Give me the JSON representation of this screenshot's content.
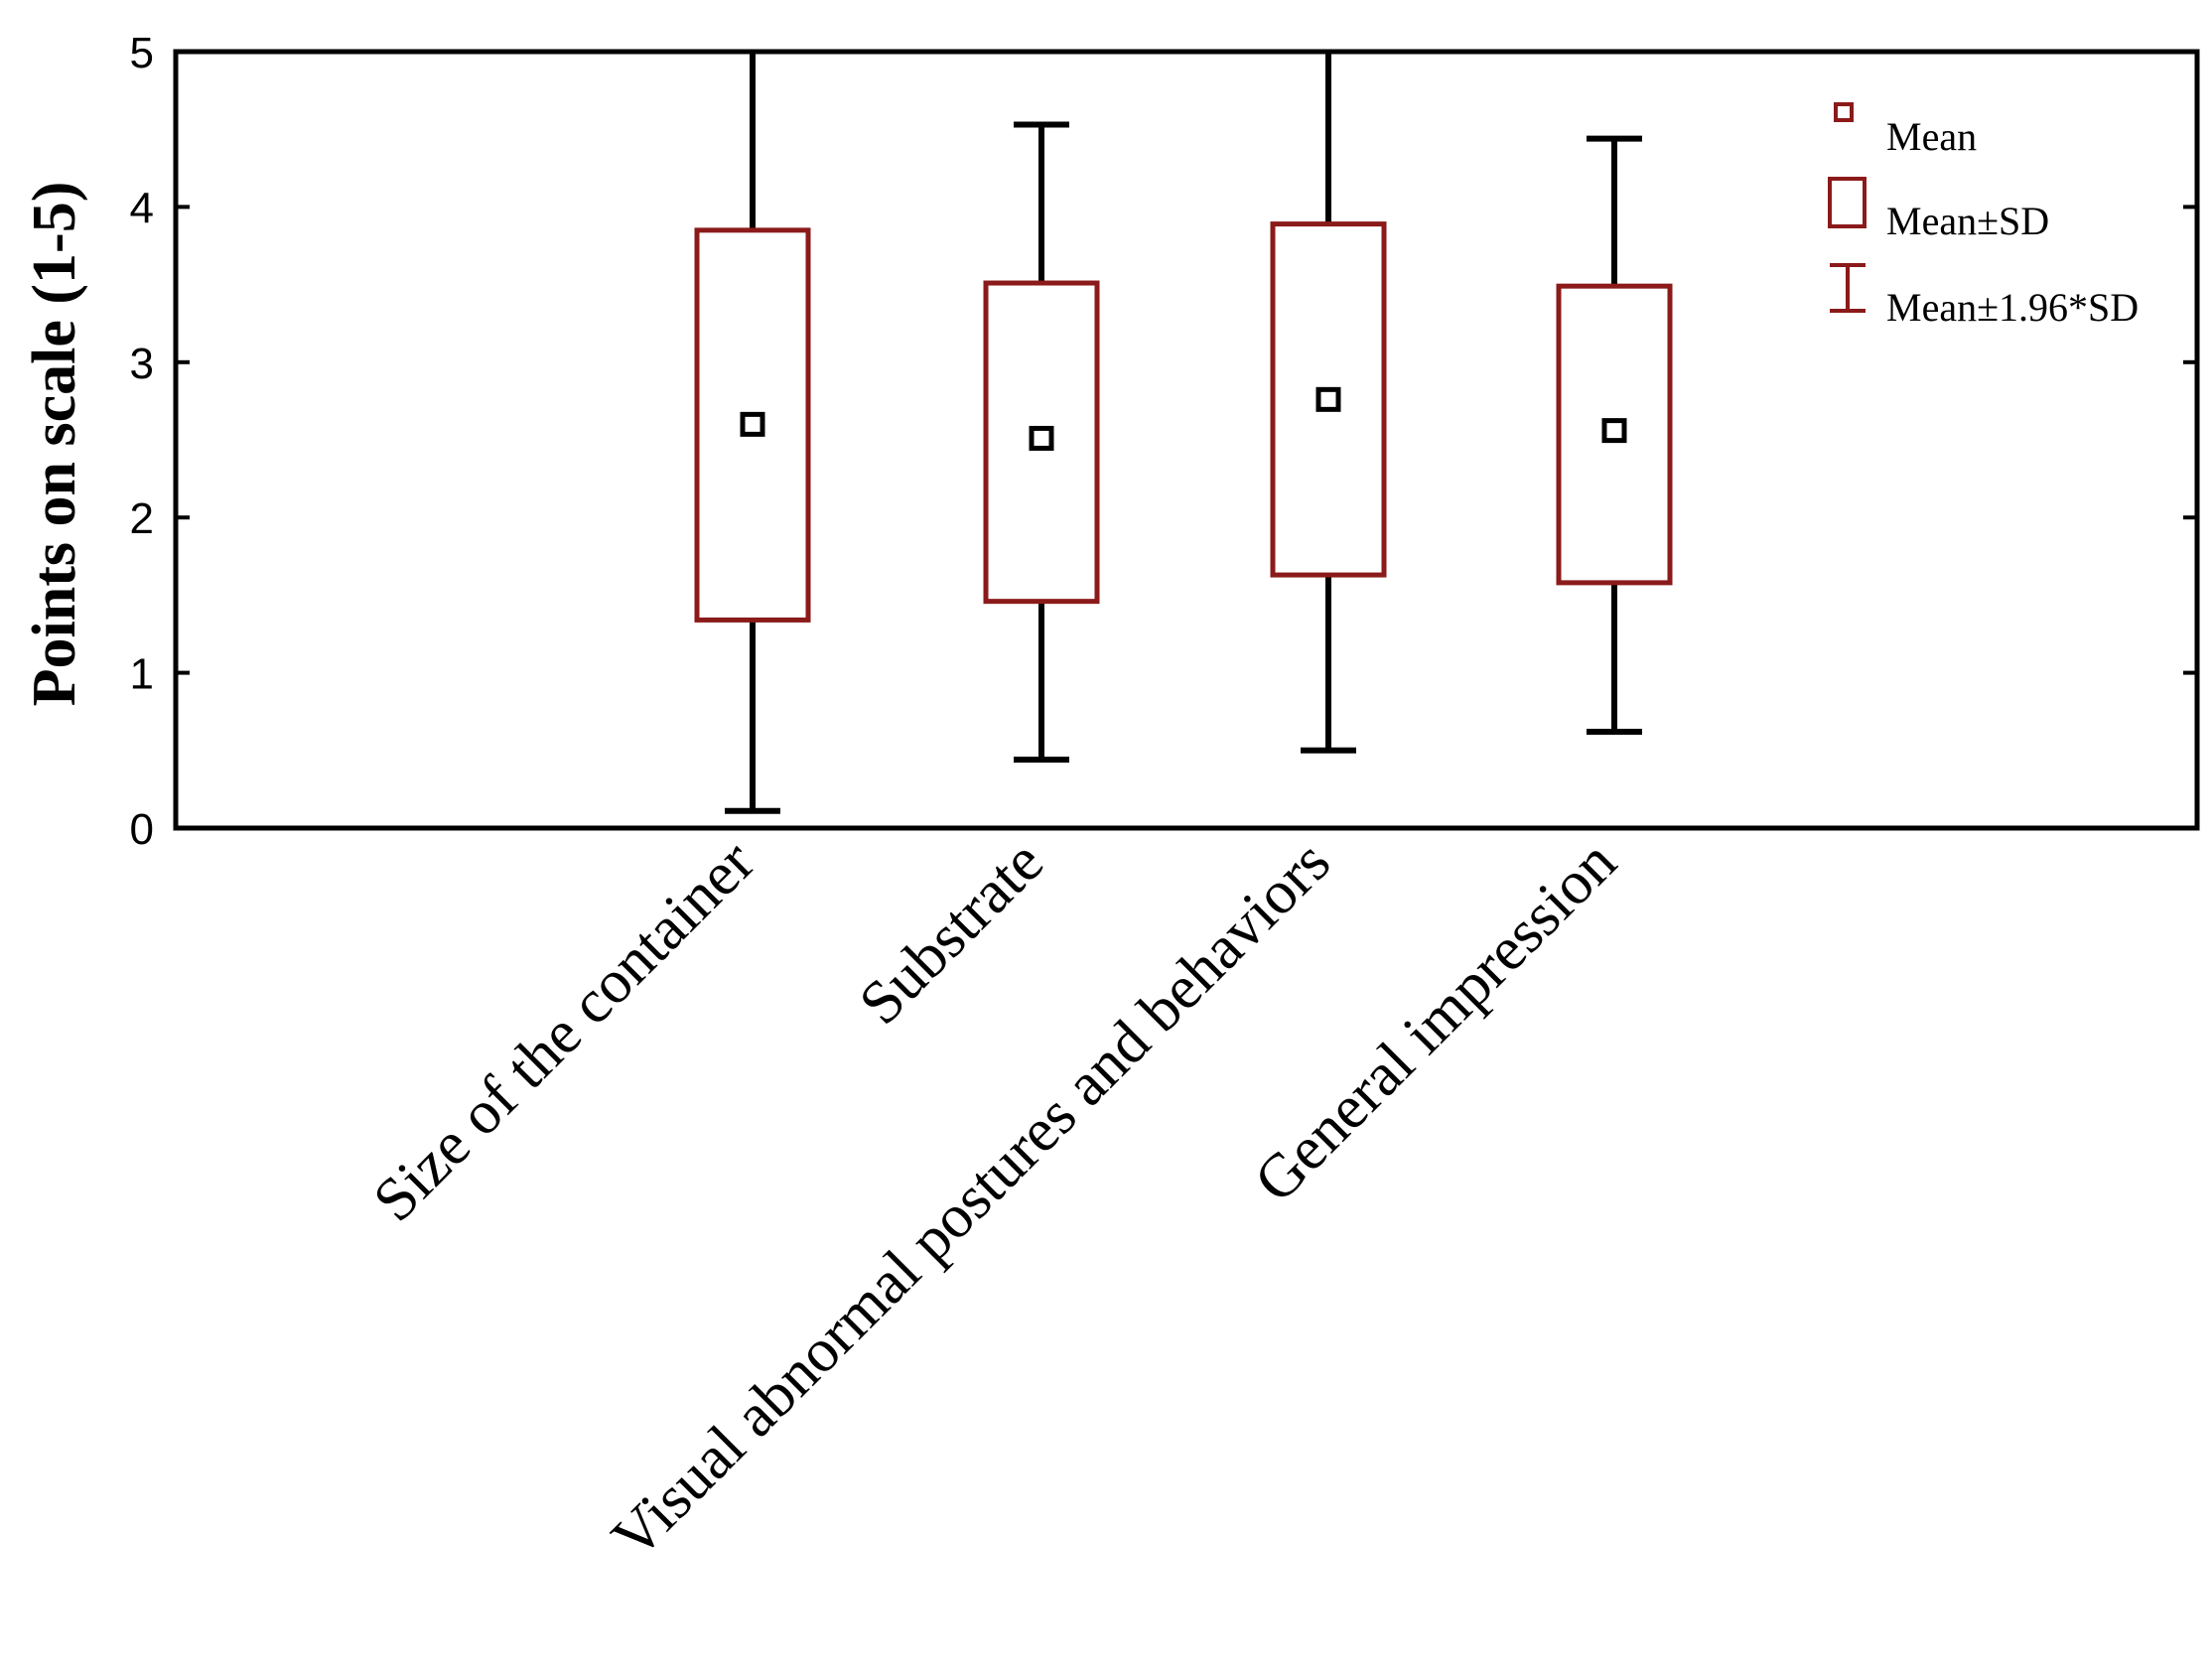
{
  "chart_data": {
    "type": "box",
    "ylabel": "Points on scale (1-5)",
    "ylim": [
      0,
      5
    ],
    "yticks": [
      "0",
      "1",
      "2",
      "3",
      "4",
      "5"
    ],
    "categories": [
      "Size of the container",
      "Substrate",
      "Visual abnormal postures and behaviors",
      "General impression"
    ],
    "series": [
      {
        "category": "Size of the container",
        "mean": 2.6,
        "sd_low": 1.34,
        "sd_high": 3.85,
        "ci_low": 0.11,
        "ci_high": 5.0
      },
      {
        "category": "Substrate",
        "mean": 2.51,
        "sd_low": 1.46,
        "sd_high": 3.51,
        "ci_low": 0.44,
        "ci_high": 4.53
      },
      {
        "category": "Visual abnormal postures and behaviors",
        "mean": 2.76,
        "sd_low": 1.63,
        "sd_high": 3.89,
        "ci_low": 0.5,
        "ci_high": 5.0
      },
      {
        "category": "General impression",
        "mean": 2.56,
        "sd_low": 1.58,
        "sd_high": 3.49,
        "ci_low": 0.62,
        "ci_high": 4.44
      }
    ],
    "legend": {
      "position": "top-right",
      "items": [
        "Mean",
        "Mean±SD",
        "Mean±1.96*SD"
      ]
    },
    "colors": {
      "box": "#8b1a1a",
      "whisker": "#000000",
      "axis": "#000000",
      "legend_marker": "#8b1a1a"
    },
    "grid": false
  }
}
